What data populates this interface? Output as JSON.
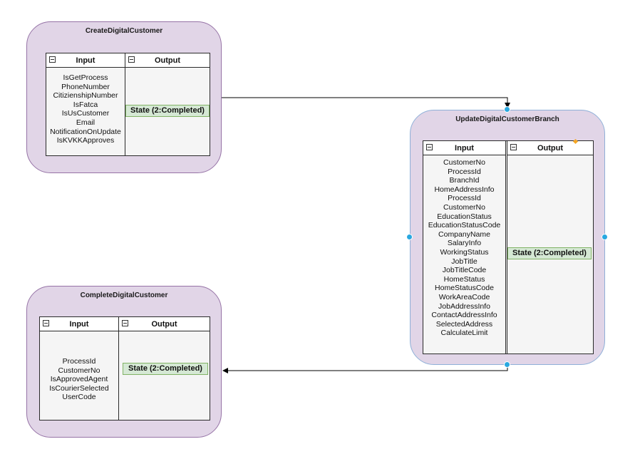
{
  "nodes": {
    "create": {
      "title": "CreateDigitalCustomer",
      "input_header": "Input",
      "output_header": "Output",
      "inputs": [
        "IsGetProcess",
        "PhoneNumber",
        "CitizienshipNumber",
        "IsFatca",
        "IsUsCustomer",
        "Email",
        "NotificationOnUpdate",
        "IsKVKKApproves"
      ],
      "state": "State (2:Completed)"
    },
    "update": {
      "title": "UpdateDigitalCustomerBranch",
      "input_header": "Input",
      "output_header": "Output",
      "inputs": [
        "CustomerNo",
        "ProcessId",
        "BranchId",
        "HomeAddressInfo",
        "ProcessId",
        "CustomerNo",
        "EducationStatus",
        "EducationStatusCode",
        "CompanyName",
        "SalaryInfo",
        "WorkingStatus",
        "JobTitle",
        "JobTitleCode",
        "HomeStatus",
        "HomeStatusCode",
        "WorkAreaCode",
        "JobAddressInfo",
        "ContactAddressInfo",
        "SelectedAddress",
        "CalculateLimit"
      ],
      "state": "State (2:Completed)"
    },
    "complete": {
      "title": "CompleteDigitalCustomer",
      "input_header": "Input",
      "output_header": "Output",
      "inputs": [
        "ProcessId",
        "CustomerNo",
        "IsApprovedAgent",
        "IsCourierSelected",
        "UserCode"
      ],
      "state": "State (2:Completed)"
    }
  },
  "colors": {
    "node_fill": "#e1d5e7",
    "node_border": "#9673a6",
    "state_fill": "#d5e8d4",
    "state_border": "#82b366",
    "selection_handle": "#29a8e0",
    "edge": "#000000"
  }
}
